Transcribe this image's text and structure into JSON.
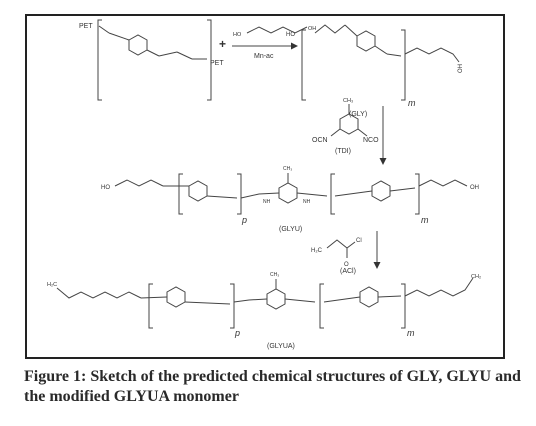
{
  "figure": {
    "caption": "Figure 1: Sketch of the predicted chemical structures of GLY, GLYU and the modified GLYUA monomer"
  },
  "labels": {
    "pet_left": "PET",
    "pet_right": "PET",
    "catalyst": "Mn-ac",
    "glycol_ho": "HO",
    "glycol_oh": "OH",
    "gly": "(GLY)",
    "tdi": "(TDI)",
    "ocn": "OCN",
    "nco": "NCO",
    "ch3": "CH₃",
    "glyu": "(GLYU)",
    "acl": "(ACl)",
    "cl": "Cl",
    "h2c": "H₂C",
    "glyua": "(GLYUA)",
    "ch2": "CH₂",
    "plus": "+",
    "sub_m": "m",
    "sub_p": "p",
    "ho": "HO",
    "oh": "OH",
    "nh": "NH",
    "o": "O"
  }
}
